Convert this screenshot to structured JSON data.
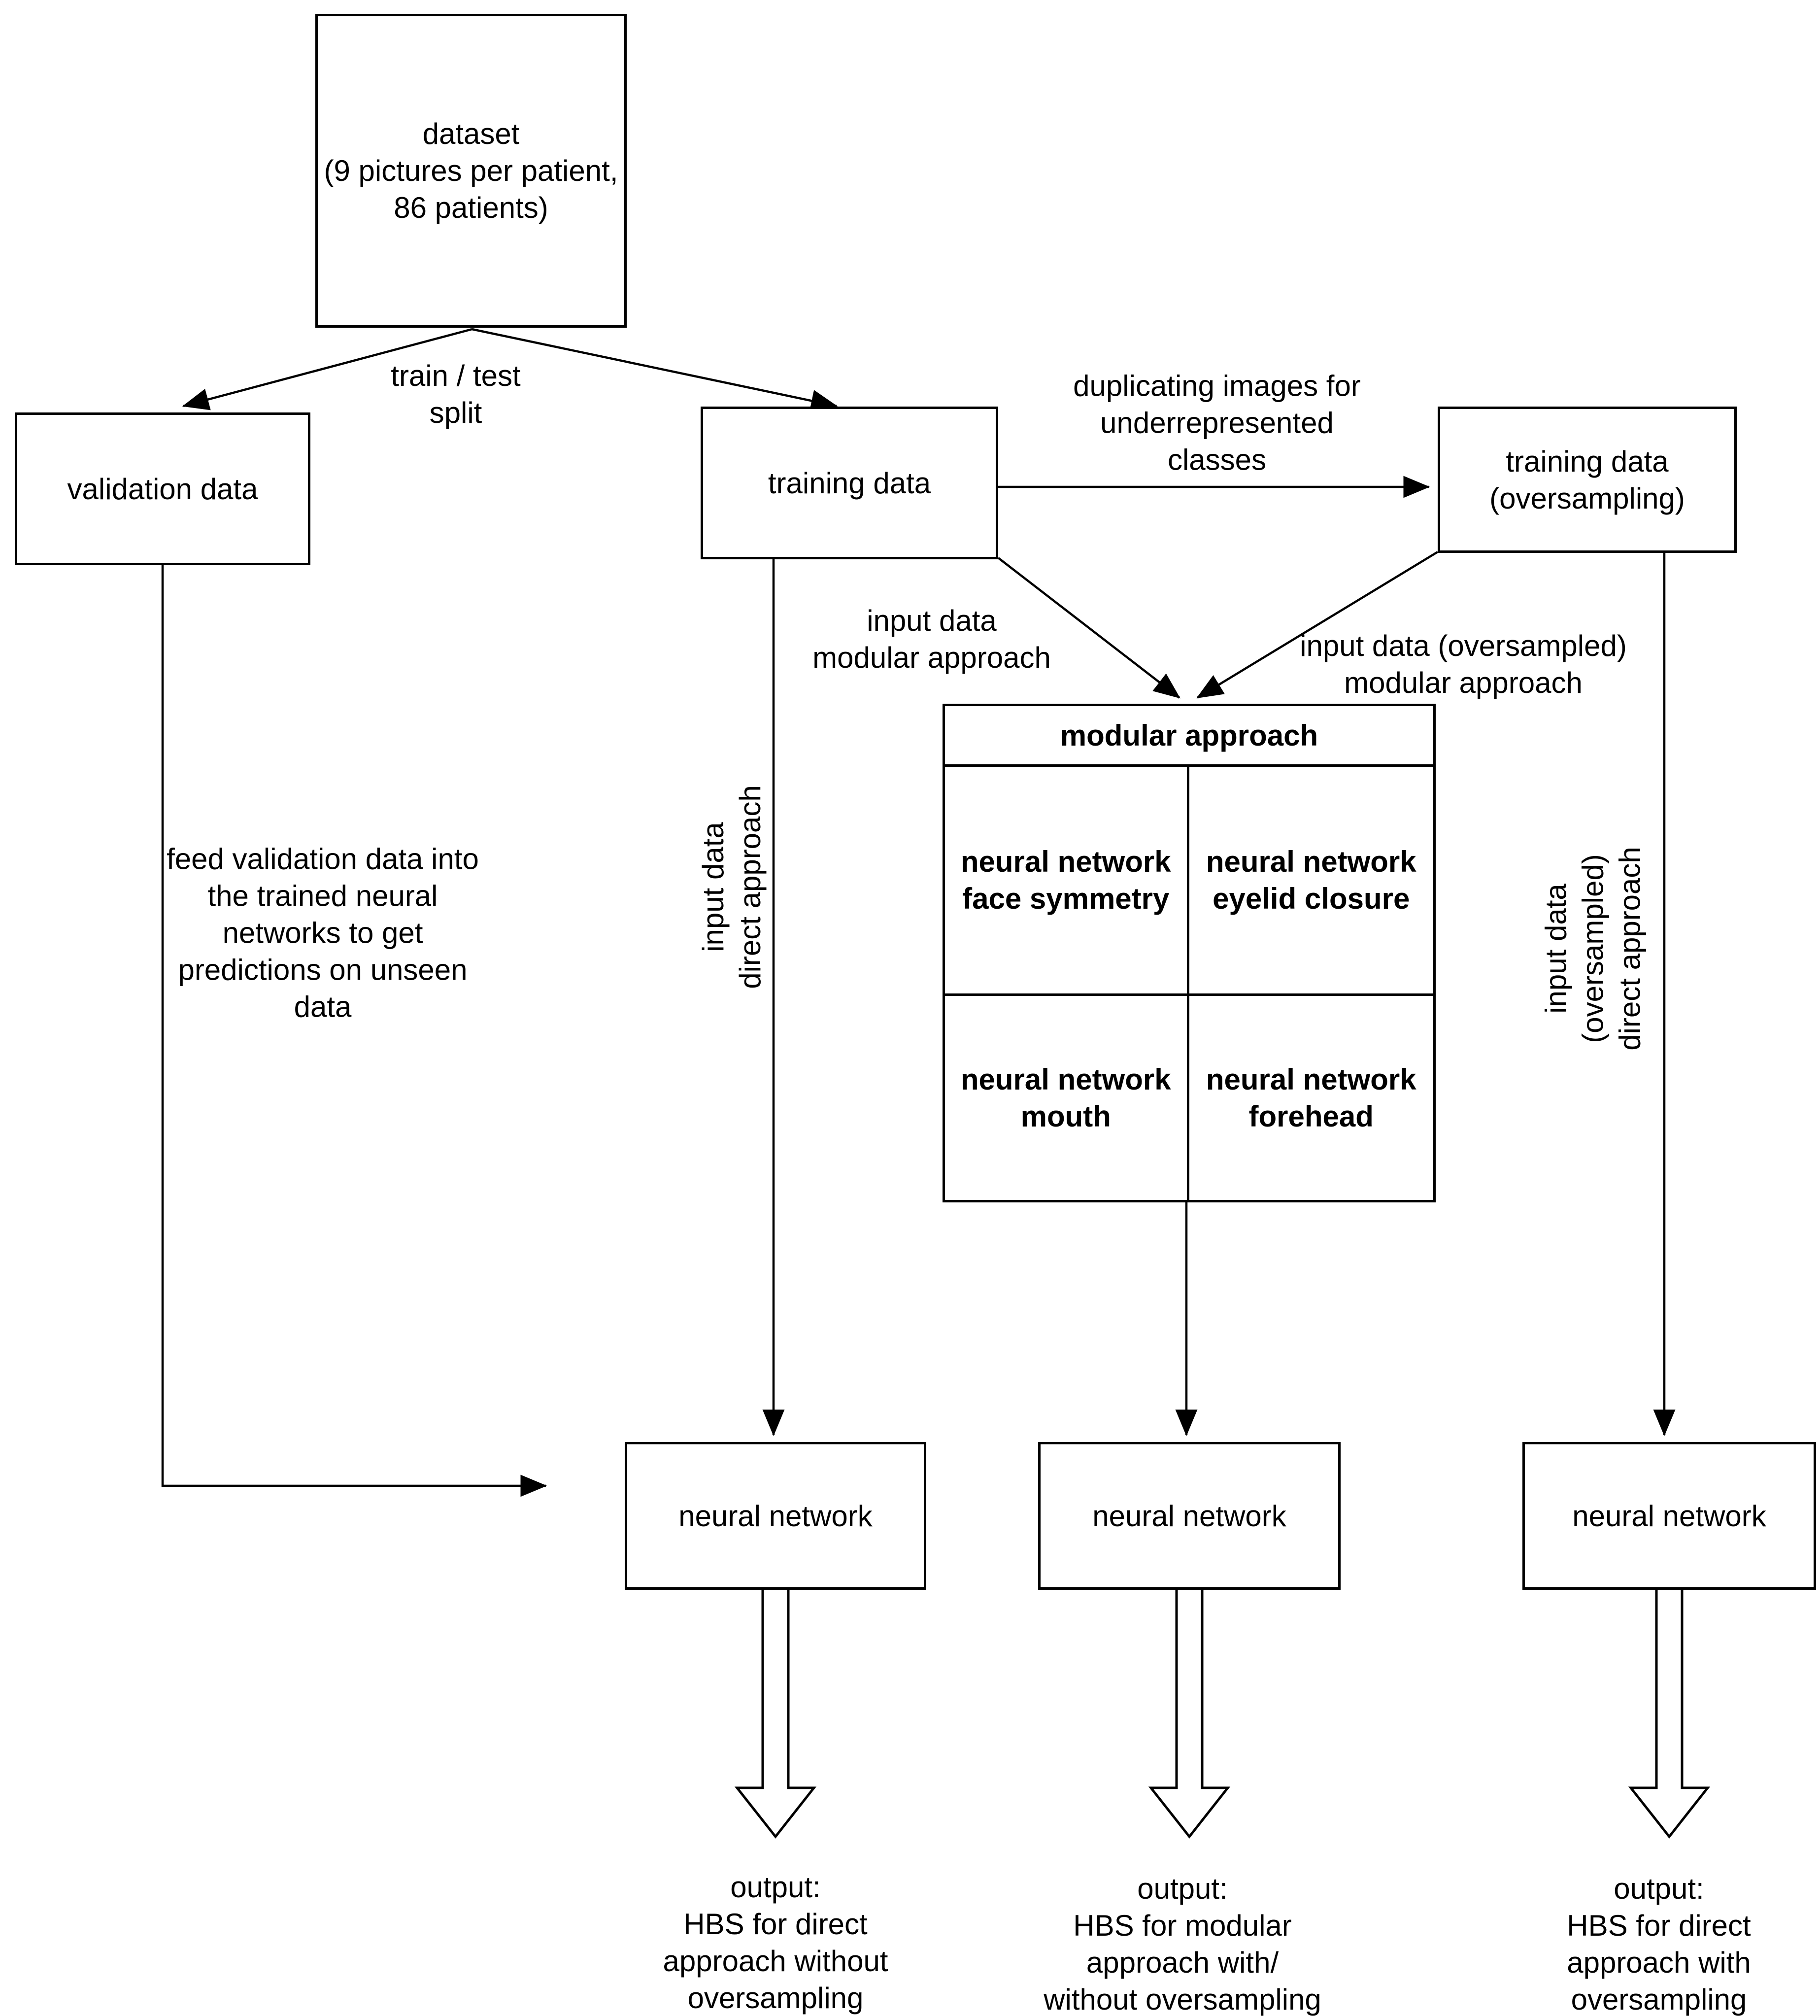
{
  "boxes": {
    "dataset": {
      "lines": [
        "dataset",
        "(9 pictures per patient,",
        "86 patients)"
      ]
    },
    "validation": {
      "label": "validation data"
    },
    "training": {
      "label": "training data"
    },
    "training_oversampled": {
      "lines": [
        "training data",
        "(oversampling)"
      ]
    },
    "modular": {
      "header": "modular approach",
      "cells": [
        {
          "lines": [
            "neural network",
            "face symmetry"
          ]
        },
        {
          "lines": [
            "neural network",
            "eyelid closure"
          ]
        },
        {
          "lines": [
            "neural network",
            "mouth"
          ]
        },
        {
          "lines": [
            "neural network",
            "forehead"
          ]
        }
      ]
    },
    "nn_direct": {
      "label": "neural network"
    },
    "nn_modular": {
      "label": "neural network"
    },
    "nn_direct_oversampled": {
      "label": "neural network"
    }
  },
  "edge_labels": {
    "train_test_split": {
      "lines": [
        "train / test",
        "split"
      ]
    },
    "duplicating": {
      "lines": [
        "duplicating images for",
        "underrepresented",
        "classes"
      ]
    },
    "input_modular": {
      "lines": [
        "input data",
        "modular approach"
      ]
    },
    "input_oversampled_modular": {
      "lines": [
        "input data (oversampled)",
        "modular approach"
      ]
    },
    "feed_validation": {
      "lines": [
        "feed validation data into",
        "the trained neural",
        "networks to get",
        "predictions on unseen",
        "data"
      ]
    },
    "input_direct": {
      "lines": [
        "input data",
        "direct approach"
      ]
    },
    "input_oversampled_direct": {
      "lines": [
        "input data",
        "(oversampled)",
        "direct approach"
      ]
    }
  },
  "outputs": {
    "direct": {
      "lines": [
        "output:",
        "HBS for direct",
        "approach without",
        "oversampling"
      ]
    },
    "modular": {
      "lines": [
        "output:",
        "HBS for modular",
        "approach with/",
        "without oversampling"
      ]
    },
    "direct_oversampled": {
      "lines": [
        "output:",
        "HBS for direct",
        "approach with",
        "oversampling"
      ]
    }
  },
  "colors": {
    "line": "#000000",
    "background": "#ffffff"
  }
}
